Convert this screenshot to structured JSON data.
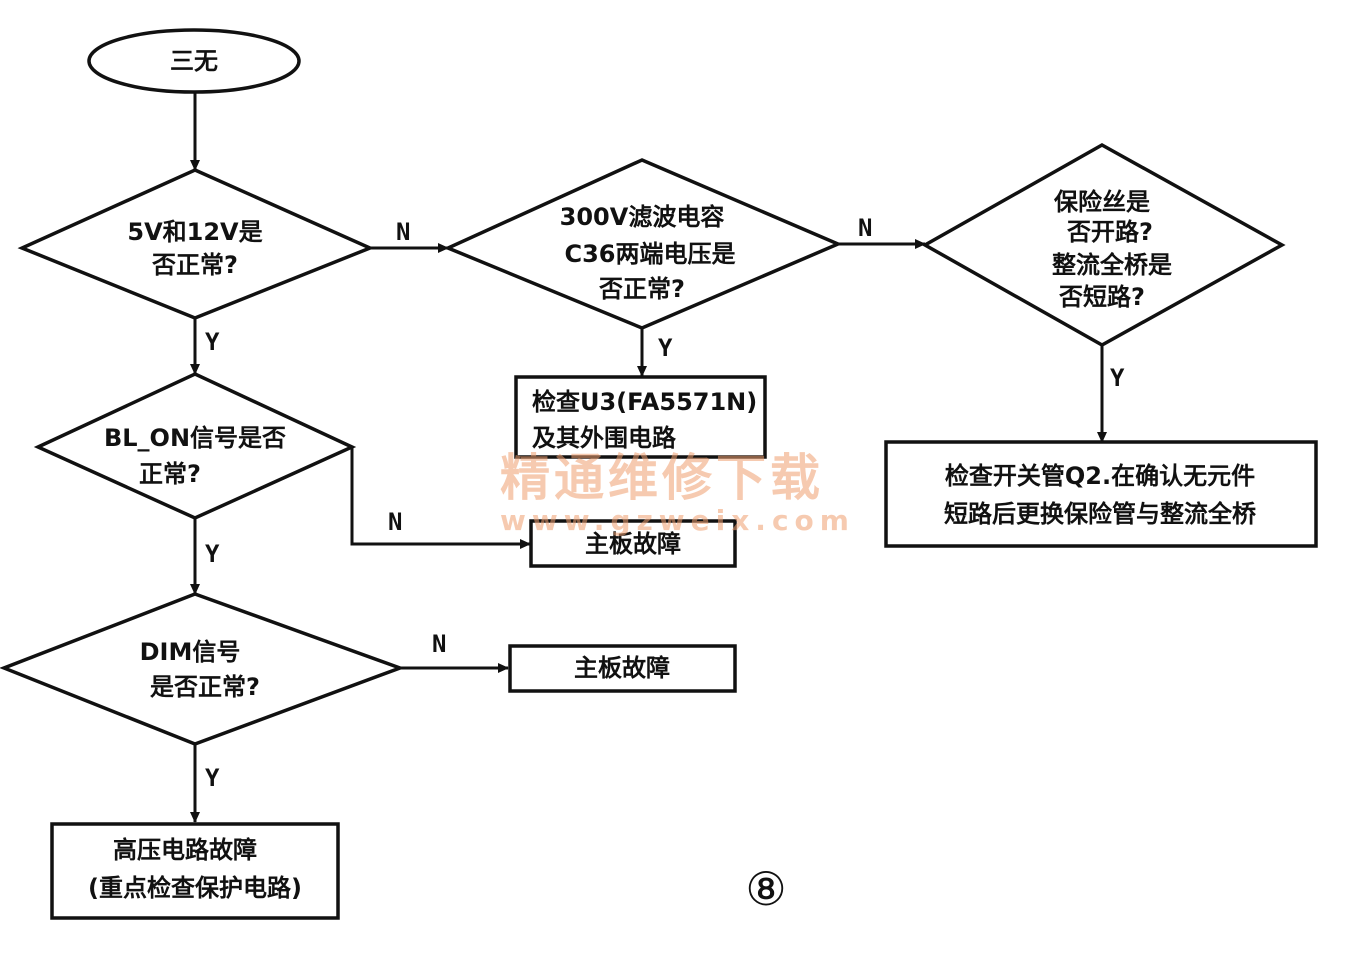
{
  "start": "三无",
  "q_5v12v": [
    "5V和12V是",
    "否正常?"
  ],
  "q_300v": [
    "300V滤波电容",
    "C36两端电压是",
    "否正常?"
  ],
  "q_fuse": [
    "保险丝是",
    "否开路?",
    "整流全桥是",
    "否短路?"
  ],
  "q_bl_on": [
    "BL_ON信号是否",
    "正常?"
  ],
  "q_dim": [
    "DIM信号",
    "是否正常?"
  ],
  "box_u3": [
    "检查U3(FA5571N)",
    "及其外围电路"
  ],
  "box_mainboard_1": "主板故障",
  "box_mainboard_2": "主板故障",
  "box_q2": [
    "检查开关管Q2.在确认无元件",
    "短路后更换保险管与整流全桥"
  ],
  "box_hv": [
    "高压电路故障",
    "(重点检查保护电路)"
  ],
  "labels": {
    "n": "N",
    "y": "Y"
  },
  "watermark": {
    "cn": "精通维修下载",
    "url": "www.gzweix.com"
  },
  "page_number": "⑧"
}
